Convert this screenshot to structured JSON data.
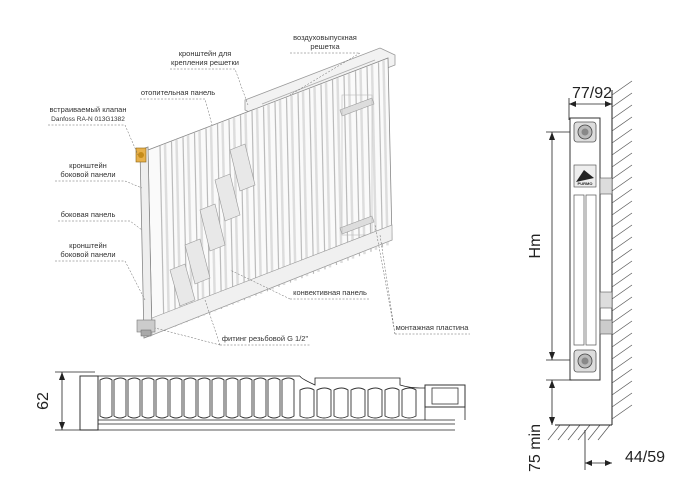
{
  "labels": {
    "valve_line1": "встраиваемый клапан",
    "valve_line2": "Danfoss RA-N 013G1382",
    "side_bracket1_line1": "кронштейн",
    "side_bracket1_line2": "боковой панели",
    "side_panel": "боковая панель",
    "side_bracket2_line1": "кронштейн",
    "side_bracket2_line2": "боковой панели",
    "heating_panel": "отопительная панель",
    "grille_bracket_line1": "кронштейн для",
    "grille_bracket_line2": "крепления решетки",
    "grille_line1": "воздуховыпускная",
    "grille_line2": "решетка",
    "convection_panel": "конвективная панель",
    "mounting_plate": "монтажная пластина",
    "fitting": "фитинг резьбовой G 1/2\""
  },
  "dimensions": {
    "top_width": "77/92",
    "height": "Hm",
    "depth_section": "62",
    "floor_gap": "75 min",
    "wall_gap": "44/59"
  },
  "brand_badge": "PURMO"
}
